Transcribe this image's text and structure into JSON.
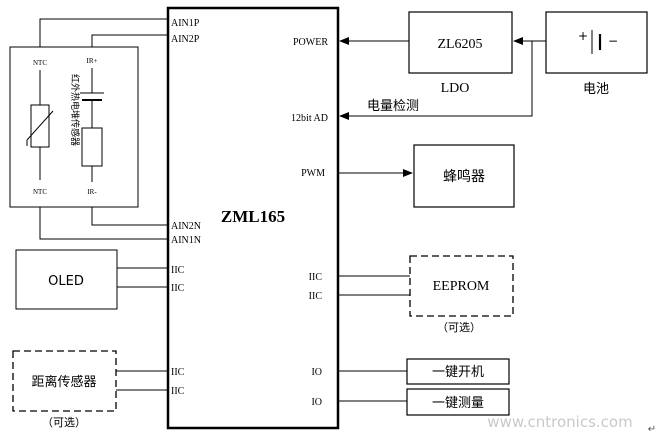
{
  "mcu": {
    "name": "ZML165",
    "pins_left": {
      "ain1p": "AIN1P",
      "ain2p": "AIN2P",
      "ain2n": "AIN2N",
      "ain1n": "AIN1N",
      "oled_iic_1": "IIC",
      "oled_iic_2": "IIC",
      "dist_iic_1": "IIC",
      "dist_iic_2": "IIC"
    },
    "pins_right": {
      "power": "POWER",
      "adc": "12bit AD",
      "pwm": "PWM",
      "eeprom_iic_1": "IIC",
      "eeprom_iic_2": "IIC",
      "io_1": "IO",
      "io_2": "IO"
    }
  },
  "sensor": {
    "label": "红外热电堆传感器",
    "ntc_top": "NTC",
    "ntc_bottom": "NTC",
    "ir_plus": "IR+",
    "ir_minus": "IR-"
  },
  "blocks": {
    "ldo_part": "ZL6205",
    "ldo_caption": "LDO",
    "battery_caption": "电池",
    "battery_plus": "+",
    "battery_minus": "−",
    "voltage_detect": "电量检测",
    "buzzer": "蜂鸣器",
    "oled": "OLED",
    "eeprom": "EEPROM",
    "eeprom_optional": "（可选）",
    "distance_sensor": "距离传感器",
    "distance_optional": "（可选）",
    "power_key": "一键开机",
    "measure_key": "一键测量"
  },
  "watermark": "www.cntronics.com",
  "corner_mark": "↵"
}
